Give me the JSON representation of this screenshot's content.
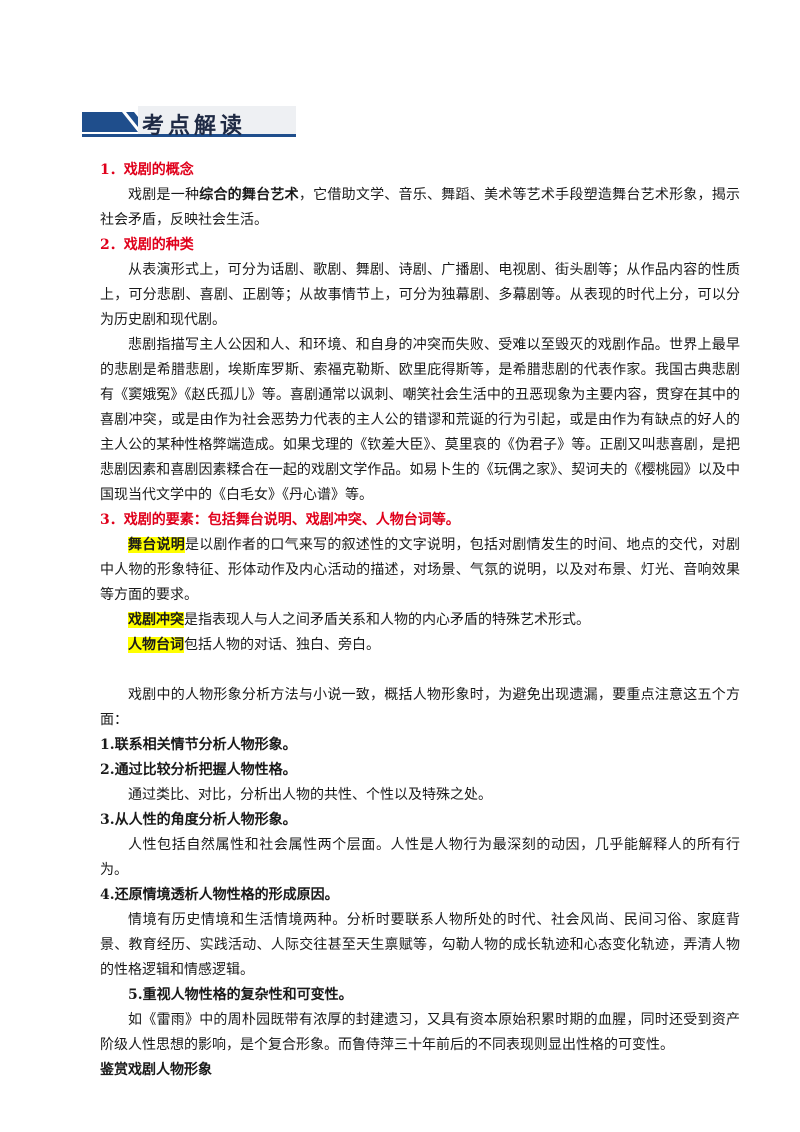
{
  "section_title": "考点解读",
  "s1": {
    "heading": "1．戏剧的概念",
    "p1_a": "戏剧是一种",
    "p1_bold": "综合的舞台艺术",
    "p1_b": "，它借助文学、音乐、舞蹈、美术等艺术手段塑造舞台艺术形象，揭示社会矛盾，反映社会生活。"
  },
  "s2": {
    "heading": "2．戏剧的种类",
    "p1": "从表演形式上，可分为话剧、歌剧、舞剧、诗剧、广播剧、电视剧、街头剧等；从作品内容的性质上，可分悲剧、喜剧、正剧等；从故事情节上，可分为独幕剧、多幕剧等。从表现的时代上分，可以分为历史剧和现代剧。",
    "p2": "悲剧指描写主人公因和人、和环境、和自身的冲突而失败、受难以至毁灭的戏剧作品。世界上最早的悲剧是希腊悲剧，埃斯库罗斯、索福克勒斯、欧里庇得斯等，是希腊悲剧的代表作家。我国古典悲剧有《窦娥冤》《赵氏孤儿》等。喜剧通常以讽刺、嘲笑社会生活中的丑恶现象为主要内容，贯穿在其中的喜剧冲突，或是由作为社会恶势力代表的主人公的错谬和荒诞的行为引起，或是由作为有缺点的好人的主人公的某种性格弊端造成。如果戈理的《钦差大臣》、莫里哀的《伪君子》等。正剧又叫悲喜剧，是把悲剧因素和喜剧因素糅合在一起的戏剧文学作品。如易卜生的《玩偶之家》、契诃夫的《樱桃园》以及中国现当代文学中的《白毛女》《丹心谱》等。"
  },
  "s3": {
    "heading": "3．戏剧的要素：包括舞台说明、戏剧冲突、人物台词等。",
    "t1_hl": "舞台说明",
    "t1": "是以剧作者的口气来写的叙述性的文字说明，包括对剧情发生的时间、地点的交代，对剧中人物的形象特征、形体动作及内心活动的描述，对场景、气氛的说明，以及对布景、灯光、音响效果等方面的要求。",
    "t2_hl": "戏剧冲突",
    "t2": "是指表现人与人之间矛盾关系和人物的内心矛盾的特殊艺术形式。",
    "t3_hl": "人物台词",
    "t3": "包括人物的对话、独白、旁白。"
  },
  "analysis": {
    "intro": "戏剧中的人物形象分析方法与小说一致，概括人物形象时，为避免出现遗漏，要重点注意这五个方面：",
    "h1": "1.联系相关情节分析人物形象。",
    "h2": "2.通过比较分析把握人物性格。",
    "p2": "通过类比、对比，分析出人物的共性、个性以及特殊之处。",
    "h3": "3.从人性的角度分析人物形象。",
    "p3": "人性包括自然属性和社会属性两个层面。人性是人物行为最深刻的动因，几乎能解释人的所有行为。",
    "h4": "4.还原情境透析人物性格的形成原因。",
    "p4": "情境有历史情境和生活情境两种。分析时要联系人物所处的时代、社会风尚、民间习俗、家庭背景、教育经历、实践活动、人际交往甚至天生禀赋等，勾勒人物的成长轨迹和心态变化轨迹，弄清人物的性格逻辑和情感逻辑。",
    "h5": "5.重视人物性格的复杂性和可变性。",
    "p5": "如《雷雨》中的周朴园既带有浓厚的封建遗习，又具有资本原始积累时期的血腥，同时还受到资产阶级人性思想的影响，是个复合形象。而鲁侍萍三十年前后的不同表现则显出性格的可变性。",
    "final": "鉴赏戏剧人物形象"
  },
  "colors": {
    "red": "#e0001b",
    "highlight": "#ffff00",
    "banner_blue": "#1f4e8c"
  }
}
